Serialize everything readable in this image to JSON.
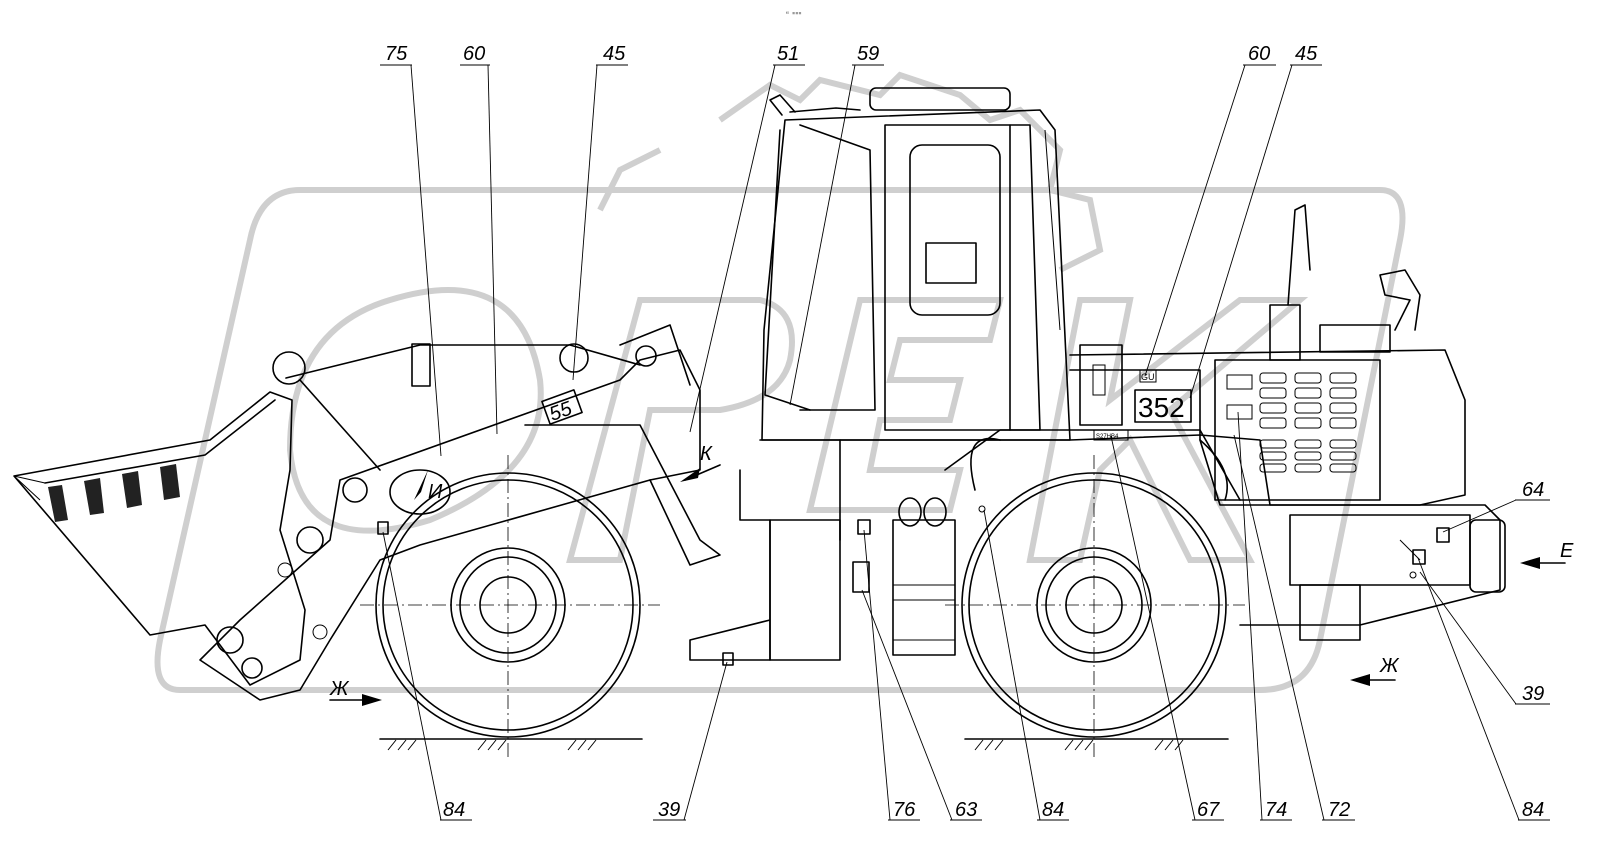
{
  "header": {
    "mark": "⁌ ▪▪▪"
  },
  "vehicle": {
    "front_badge": "55",
    "rear_badge": "352",
    "plate_text": "GU",
    "decal_text": "S27НВ4"
  },
  "callouts_top": [
    "75",
    "60",
    "45",
    "51",
    "59",
    "60",
    "45"
  ],
  "callouts_bottom": [
    "84",
    "39",
    "76",
    "63",
    "84",
    "67",
    "74",
    "72",
    "84"
  ],
  "callouts_right": [
    "64",
    "39"
  ],
  "view_markers": {
    "I": "И",
    "K": "К",
    "E": "Е",
    "Zh_front": "Ж",
    "Zh_rear": "Ж"
  }
}
